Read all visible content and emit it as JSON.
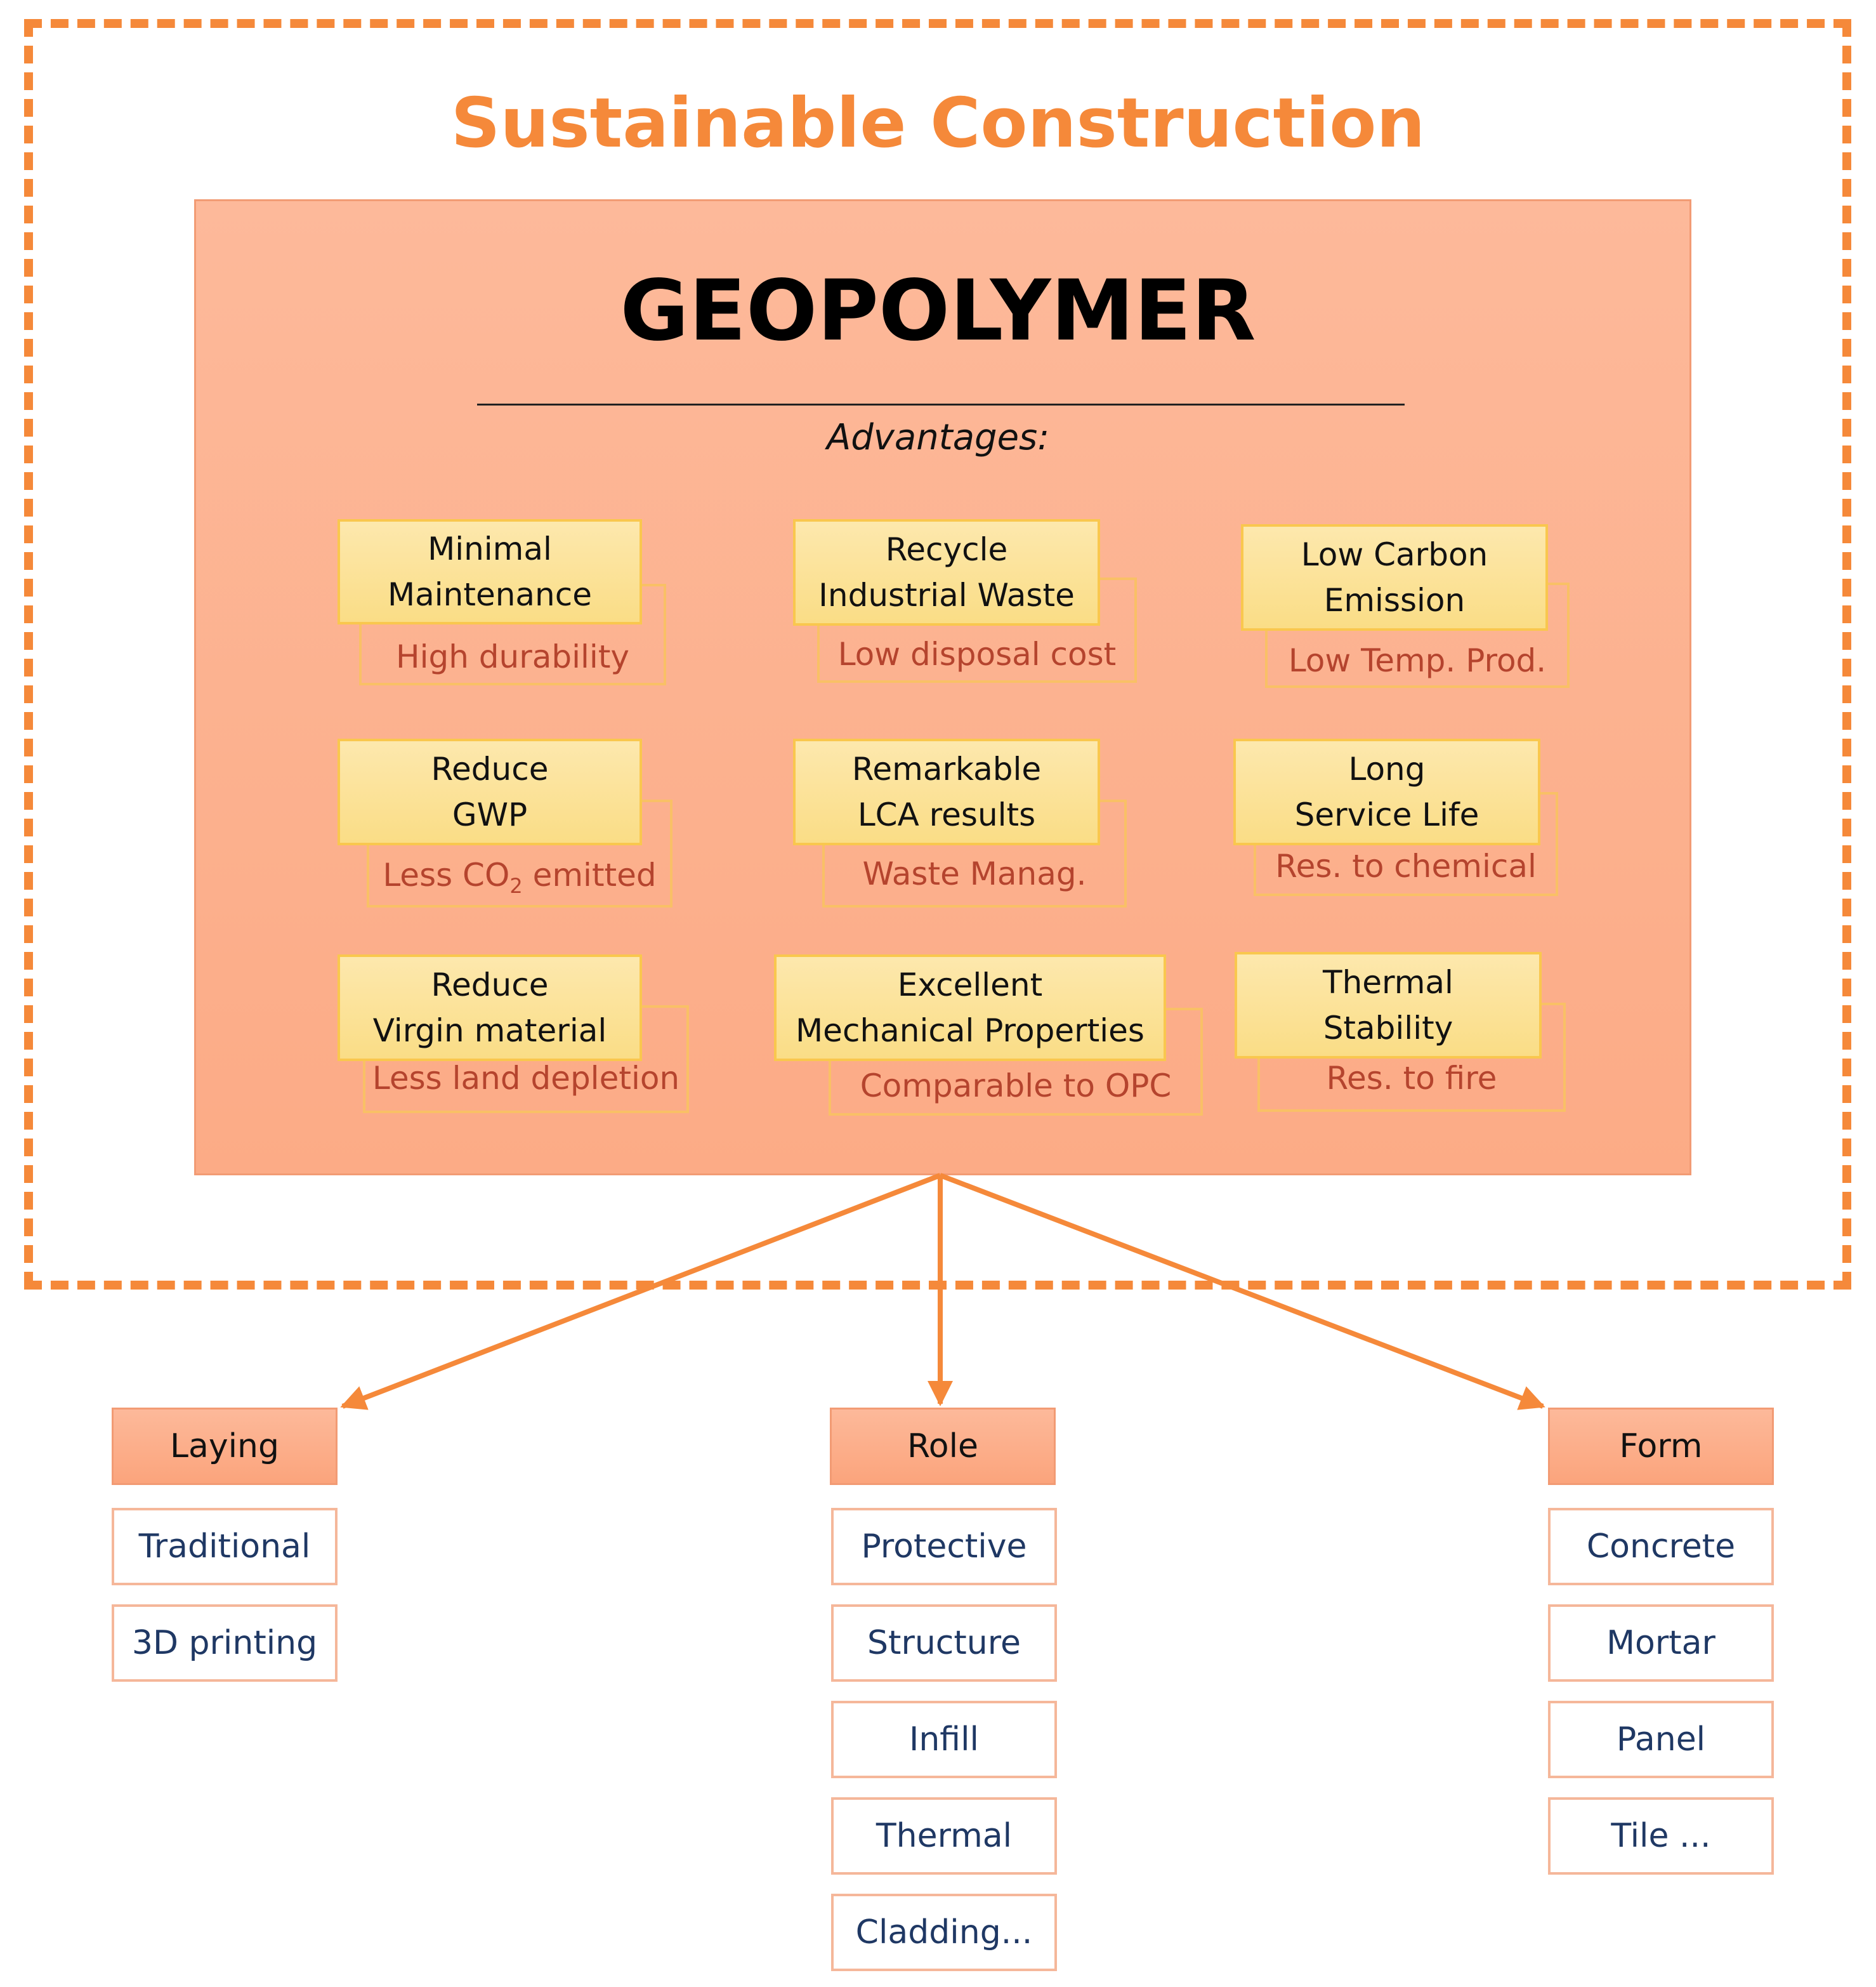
{
  "colors": {
    "accent": "#F5893A",
    "panel": "#FDB99A",
    "advantage_fill": "#FADD86",
    "advantage_border": "#F9C74E",
    "sub_text": "#B5442E",
    "item_text": "#1F3864"
  },
  "title": "Sustainable Construction",
  "panel": {
    "title": "GEOPOLYMER",
    "advantages_label": "Advantages:"
  },
  "advantages": [
    {
      "line1": "Minimal",
      "line2": "Maintenance",
      "sub": "High durability"
    },
    {
      "line1": "Recycle",
      "line2": "Industrial Waste",
      "sub": "Low disposal cost"
    },
    {
      "line1": "Low Carbon",
      "line2": "Emission",
      "sub": "Low Temp. Prod."
    },
    {
      "line1": "Reduce",
      "line2": "GWP",
      "sub_pre": "Less CO",
      "sub_subscript": "2",
      "sub_post": " emitted"
    },
    {
      "line1": "Remarkable",
      "line2": "LCA results",
      "sub": "Waste Manag."
    },
    {
      "line1": "Long",
      "line2": "Service Life",
      "sub": "Res. to chemical"
    },
    {
      "line1": "Reduce",
      "line2": "Virgin material",
      "sub": "Less land depletion"
    },
    {
      "line1": "Excellent",
      "line2": "Mechanical Properties",
      "sub": "Comparable to OPC"
    },
    {
      "line1": "Thermal",
      "line2": "Stability",
      "sub": "Res. to fire"
    }
  ],
  "categories": [
    {
      "title": "Laying",
      "items": [
        "Traditional",
        "3D printing"
      ]
    },
    {
      "title": "Role",
      "items": [
        "Protective",
        "Structure",
        "Infill",
        "Thermal",
        "Cladding..."
      ]
    },
    {
      "title": "Form",
      "items": [
        "Concrete",
        "Mortar",
        "Panel",
        "Tile ..."
      ]
    }
  ]
}
